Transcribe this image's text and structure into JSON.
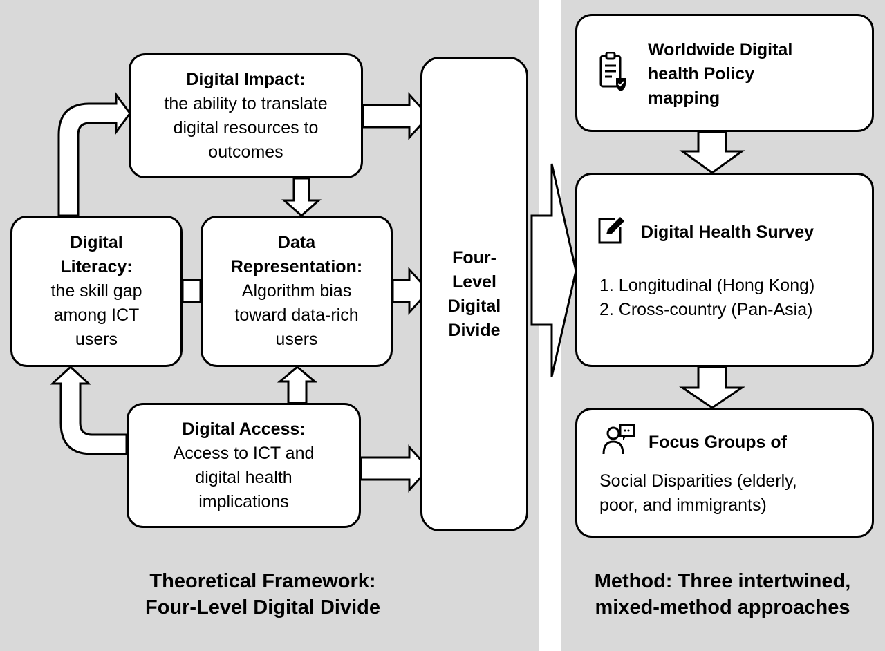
{
  "framework": {
    "impact": {
      "title": "Digital Impact:",
      "lines": [
        "the ability to translate",
        "digital resources to",
        "outcomes"
      ]
    },
    "literacy": {
      "title_lines": [
        "Digital",
        "Literacy:"
      ],
      "lines": [
        "the skill gap",
        "among ICT",
        "users"
      ]
    },
    "data": {
      "title_lines": [
        "Data",
        "Representation:"
      ],
      "lines": [
        "Algorithm bias",
        "toward data-rich",
        "users"
      ]
    },
    "access": {
      "title": "Digital Access:",
      "lines": [
        "Access to ICT and",
        "digital health",
        "implications"
      ]
    },
    "divide": {
      "title_lines": [
        "Four-",
        "Level",
        "Digital",
        "Divide"
      ]
    },
    "caption_lines": [
      "Theoretical Framework:",
      "Four-Level Digital Divide"
    ]
  },
  "method": {
    "policy": {
      "icon": "clipboard-shield-icon",
      "title_lines": [
        "Worldwide Digital",
        "health Policy",
        "mapping"
      ]
    },
    "survey": {
      "icon": "edit-note-icon",
      "title": "Digital Health Survey",
      "items": [
        "1. Longitudinal (Hong Kong)",
        "2. Cross-country (Pan-Asia)"
      ]
    },
    "focus": {
      "icon": "focus-group-icon",
      "title": "Focus Groups of",
      "lines": [
        "Social Disparities (elderly,",
        "poor, and immigrants)"
      ]
    },
    "caption_lines": [
      "Method: Three intertwined,",
      "mixed-method approaches"
    ]
  },
  "colors": {
    "panel": "#d9d9d9",
    "box": "#ffffff",
    "stroke": "#000000"
  }
}
